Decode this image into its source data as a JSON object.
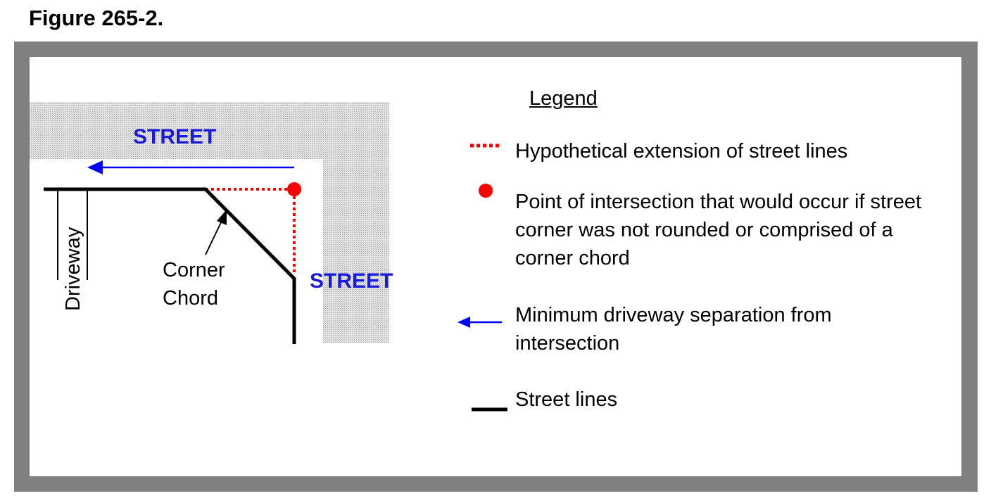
{
  "figure": {
    "title": "Figure 265-2."
  },
  "diagram": {
    "street_top_label": "STREET",
    "street_right_label": "STREET",
    "driveway_label": "Driveway",
    "corner_chord_line1": "Corner",
    "corner_chord_line2": "Chord"
  },
  "legend": {
    "title": "Legend",
    "items": [
      {
        "icon": "red-dotted-line-icon",
        "text": "Hypothetical extension of street lines"
      },
      {
        "icon": "red-dot-icon",
        "text": "Point of intersection that would occur if street corner was  not rounded or comprised of a corner chord"
      },
      {
        "icon": "blue-arrow-icon",
        "text": "Minimum driveway separation from intersection"
      },
      {
        "icon": "black-line-icon",
        "text": "Street lines"
      }
    ]
  },
  "colors": {
    "frame": "#808080",
    "street_fill": "#d9d9d9",
    "street_label": "#1a1adb",
    "extension_line": "#ff0000",
    "arrow": "#0000ff",
    "street_line": "#000000"
  }
}
